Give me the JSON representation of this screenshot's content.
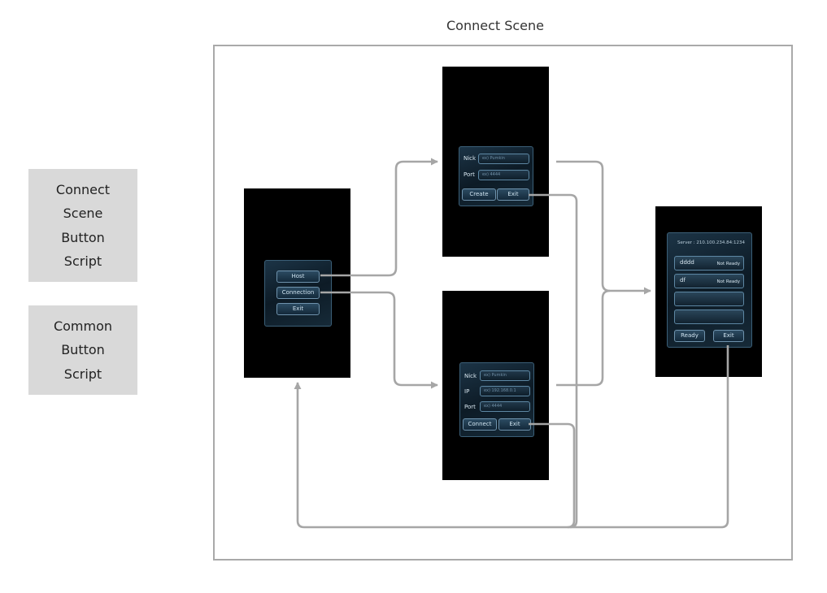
{
  "scene_title": "Connect Scene",
  "legend": {
    "connect_script": [
      "Connect",
      "Scene",
      "Button",
      "Script"
    ],
    "common_script": [
      "Common",
      "Button",
      "Script"
    ]
  },
  "main_menu": {
    "host": "Host",
    "connection": "Connection",
    "exit": "Exit"
  },
  "host_screen": {
    "nick_label": "Nick",
    "nick_placeholder": "ex) Pumkin",
    "port_label": "Port",
    "port_placeholder": "ex) 4444",
    "create": "Create",
    "exit": "Exit"
  },
  "join_screen": {
    "nick_label": "Nick",
    "nick_placeholder": "ex) Pumkin",
    "ip_label": "IP",
    "ip_placeholder": "ex) 192.168.0.1",
    "port_label": "Port",
    "port_placeholder": "ex) 4444",
    "connect": "Connect",
    "exit": "Exit"
  },
  "lobby_screen": {
    "server": "Server : 210.100.234.84:1234",
    "players": [
      {
        "name": "dddd",
        "status": "Not Ready"
      },
      {
        "name": "df",
        "status": "Not Ready"
      },
      {
        "name": "",
        "status": ""
      },
      {
        "name": "",
        "status": ""
      }
    ],
    "ready": "Ready",
    "exit": "Exit"
  },
  "colors": {
    "arrow": "#a6a6a6",
    "legend_bg": "#d9d9d9",
    "frame": "#a9a9a9",
    "phone_bg": "#000000"
  }
}
